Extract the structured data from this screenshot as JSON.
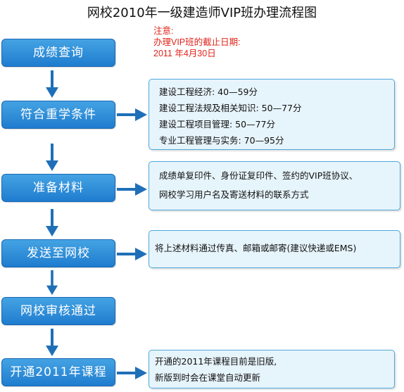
{
  "title": "网校2010年一级建造师VIP班办理流程图",
  "notice": {
    "label": "注意:",
    "deadline_label": "办理VIP班的截止日期:",
    "deadline_date": "2011 年4月30日"
  },
  "steps": [
    {
      "label": "成绩查询"
    },
    {
      "label": "符合重学条件"
    },
    {
      "label": "准备材料"
    },
    {
      "label": "发送至网校"
    },
    {
      "label": "网校审核通过"
    },
    {
      "label": "开通2011年课程"
    }
  ],
  "info": {
    "conditions": [
      "建设工程经济: 40—59分",
      "建设工程法规及相关知识: 50—77分",
      "建设工程项目管理: 50—77分",
      "专业工程管理与实务: 70—95分"
    ],
    "materials": [
      "成绩单复印件、身份证复印件、签约的VIP班协议、",
      "网校学习用户名及寄送材料的联系方式"
    ],
    "send": [
      "将上述材料通过传真、邮箱或邮寄(建议快递或EMS)"
    ],
    "open": [
      "开通的2011年课程目前是旧版,",
      "新版到时会在课堂自动更新"
    ]
  },
  "colors": {
    "step_fill": "#2b8ad6",
    "arrow": "#1f6fb8",
    "info_fill": "#e6f4fb",
    "info_border": "#4fa7da",
    "notice_text": "#e0241b"
  }
}
